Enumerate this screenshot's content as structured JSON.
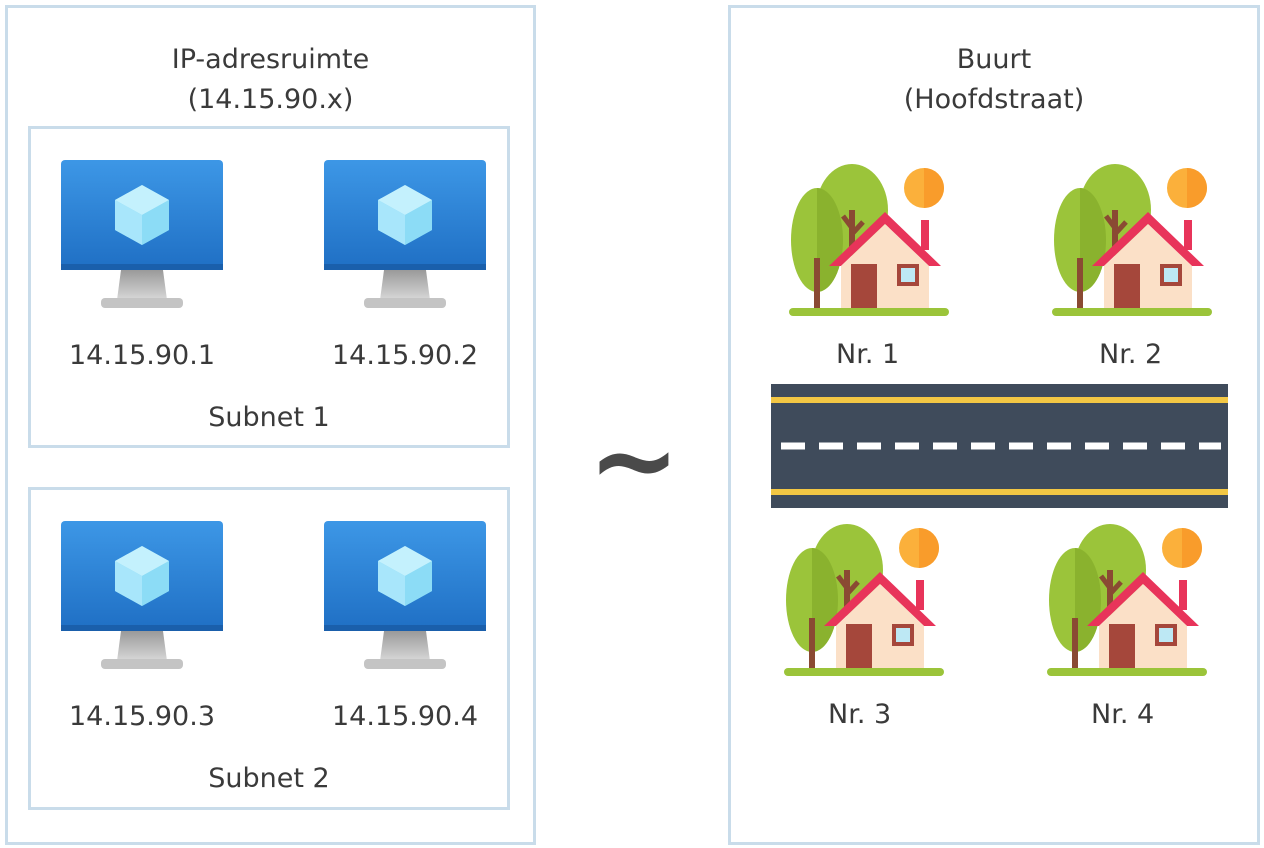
{
  "left": {
    "title_line1": "IP-adresruimte",
    "title_line2": "(14.15.90.x)",
    "subnets": [
      {
        "label": "Subnet 1",
        "machines": [
          {
            "ip": "14.15.90.1",
            "icon": "virtual-machine-icon"
          },
          {
            "ip": "14.15.90.2",
            "icon": "virtual-machine-icon"
          }
        ]
      },
      {
        "label": "Subnet 2",
        "machines": [
          {
            "ip": "14.15.90.3",
            "icon": "virtual-machine-icon"
          },
          {
            "ip": "14.15.90.4",
            "icon": "virtual-machine-icon"
          }
        ]
      }
    ]
  },
  "middle": {
    "symbol": "~"
  },
  "right": {
    "title_line1": "Buurt",
    "title_line2": "(Hoofdstraat)",
    "houses": [
      {
        "label": "Nr. 1",
        "icon": "house-icon"
      },
      {
        "label": "Nr. 2",
        "icon": "house-icon"
      },
      {
        "label": "Nr. 3",
        "icon": "house-icon"
      },
      {
        "label": "Nr. 4",
        "icon": "house-icon"
      }
    ],
    "road_icon": "road-icon"
  },
  "colors": {
    "border": "#c9dcea",
    "monitor_blue": "#2f86d8",
    "cube_light": "#a8e6fb",
    "road": "#3f4b5b",
    "road_line": "#f3c744",
    "roof": "#e8345a",
    "tree_green": "#9bc43a",
    "sun": "#fbb03b"
  }
}
